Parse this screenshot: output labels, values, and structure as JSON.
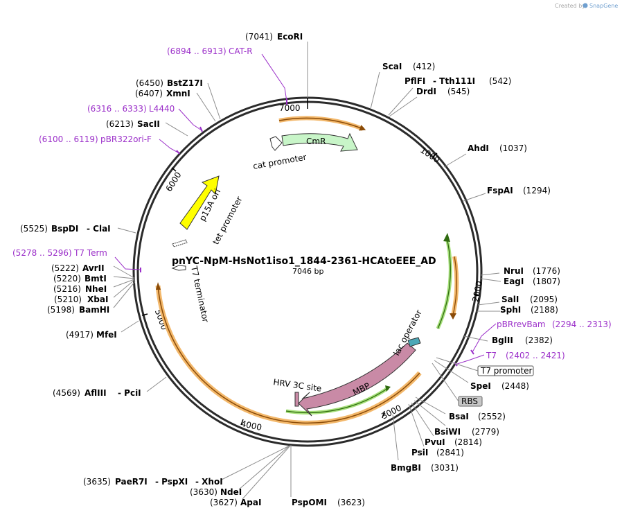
{
  "credit": {
    "prefix": "Created by",
    "brand": "SnapGene"
  },
  "plasmid": {
    "name": "pnYC-NpM-HsNot1iso1_1844-2361-HCAtoEEE_AD",
    "size_label": "7046 bp"
  },
  "ticks": [
    "7000",
    "1000",
    "2000",
    "3000",
    "4000",
    "5000",
    "6000"
  ],
  "enzymes": {
    "ecori": {
      "pos": "(7041)",
      "name": "EcoRI"
    },
    "scai": {
      "name": "ScaI",
      "pos": "(412)"
    },
    "pflfi": {
      "name": "PflFI",
      "name2": "- Tth111I",
      "pos": "(542)"
    },
    "drdi": {
      "name": "DrdI",
      "pos": "(545)"
    },
    "ahdi": {
      "name": "AhdI",
      "pos": "(1037)"
    },
    "fspai": {
      "name": "FspAI",
      "pos": "(1294)"
    },
    "nrui": {
      "name": "NruI",
      "pos": "(1776)"
    },
    "eagi": {
      "name": "EagI",
      "pos": "(1807)"
    },
    "sali": {
      "name": "SalI",
      "pos": "(2095)"
    },
    "sphi": {
      "name": "SphI",
      "pos": "(2188)"
    },
    "bglii": {
      "name": "BglII",
      "pos": "(2382)"
    },
    "spei": {
      "name": "SpeI",
      "pos": "(2448)"
    },
    "bsai": {
      "name": "BsaI",
      "pos": "(2552)"
    },
    "bsiwi": {
      "name": "BsiWI",
      "pos": "(2779)"
    },
    "pvui": {
      "name": "PvuI",
      "pos": "(2814)"
    },
    "psii": {
      "name": "PsiI",
      "pos": "(2841)"
    },
    "bmgbi": {
      "name": "BmgBI",
      "pos": "(3031)"
    },
    "pspomi": {
      "name": "PspOMI",
      "pos": "(3623)"
    },
    "apai": {
      "pos": "(3627)",
      "name": "ApaI"
    },
    "ndei": {
      "pos": "(3630)",
      "name": "NdeI"
    },
    "paer7i": {
      "pos": "(3635)",
      "name": "PaeR7I",
      "name2": "- PspXI",
      "name3": "- XhoI"
    },
    "aflIII": {
      "pos": "(4569)",
      "name": "AflIII",
      "name2": "- PciI"
    },
    "mfei": {
      "pos": "(4917)",
      "name": "MfeI"
    },
    "bamhi": {
      "pos": "(5198)",
      "name": "BamHI"
    },
    "xbai": {
      "pos": "(5210)",
      "name": "XbaI"
    },
    "nhei": {
      "pos": "(5216)",
      "name": "NheI"
    },
    "bmti": {
      "pos": "(5220)",
      "name": "BmtI"
    },
    "avrii": {
      "pos": "(5222)",
      "name": "AvrII"
    },
    "bspdi": {
      "pos": "(5525)",
      "name": "BspDI",
      "name2": "- ClaI"
    },
    "sacii": {
      "pos": "(6213)",
      "name": "SacII"
    },
    "xmni": {
      "pos": "(6407)",
      "name": "XmnI"
    },
    "bstz17i": {
      "pos": "(6450)",
      "name": "BstZ17I"
    }
  },
  "primers": {
    "catr": {
      "range": "(6894 .. 6913)",
      "name": "CAT-R"
    },
    "l4440": {
      "range": "(6316 .. 6333)",
      "name": "L4440"
    },
    "pbr322": {
      "range": "(6100 .. 6119)",
      "name": "pBR322ori-F"
    },
    "t7term": {
      "range": "(5278 .. 5296)",
      "name": "T7 Term"
    },
    "pbrrevbam": {
      "name": "pBRrevBam",
      "range": "(2294 .. 2313)"
    },
    "t7": {
      "name": "T7",
      "range": "(2402 .. 2421)"
    }
  },
  "features": {
    "cmr": "CmR",
    "cat_promoter": "cat promoter",
    "p15a": "p15A ori",
    "tet_promoter": "tet promoter",
    "t7_terminator": "T7 terminator",
    "lac_operator": "lac operator",
    "mbp": "MBP",
    "hrv": "HRV 3C site",
    "t7_promoter": "T7 promoter",
    "rbs": "RBS"
  },
  "colors": {
    "backbone": "#2b2b2b",
    "cmr_fill": "#c8f5c8",
    "p15a_fill": "#ffff00",
    "mbp_fill": "#c98aa6",
    "orange_track": "#f3b86b",
    "green_track": "#a6e07a",
    "primer": "#9b2fc9"
  }
}
